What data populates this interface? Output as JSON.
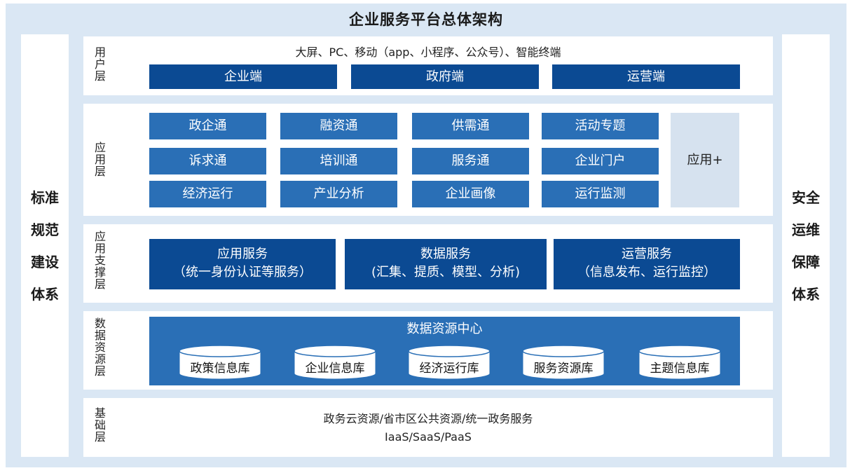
{
  "title": "企业服务平台总体架构",
  "left_panel": [
    "标准",
    "规范",
    "建设",
    "体系"
  ],
  "right_panel": [
    "安全",
    "运维",
    "保障",
    "体系"
  ],
  "user_layer": {
    "name": "用户层",
    "subtitle": "大屏、PC、移动（app、小程序、公众号）、智能终端",
    "items": [
      "企业端",
      "政府端",
      "运营端"
    ]
  },
  "app_layer": {
    "name": "应用层",
    "items": [
      "政企通",
      "融资通",
      "供需通",
      "活动专题",
      "诉求通",
      "培训通",
      "服务通",
      "企业门户",
      "经济运行",
      "产业分析",
      "企业画像",
      "运行监测"
    ],
    "extra": "应用+"
  },
  "support_layer": {
    "name": "应用支撑层",
    "items": [
      {
        "title": "应用服务",
        "desc": "（统一身份认证等服务）"
      },
      {
        "title": "数据服务",
        "desc": "(汇集、提质、模型、分析)"
      },
      {
        "title": "运营服务",
        "desc": "（信息发布、运行监控）"
      }
    ]
  },
  "data_layer": {
    "name": "数据资源层",
    "center_title": "数据资源中心",
    "databases": [
      "政策信息库",
      "企业信息库",
      "经济运行库",
      "服务资源库",
      "主题信息库"
    ]
  },
  "base_layer": {
    "name": "基础层",
    "line1": "政务云资源/省市区公共资源/统一政务服务",
    "line2": "IaaS/SaaS/PaaS"
  },
  "colors": {
    "background": "#dae7f4",
    "dark_blue": "#0b4a93",
    "mid_blue": "#2a6fb6",
    "light_box": "#d6e2ef"
  }
}
